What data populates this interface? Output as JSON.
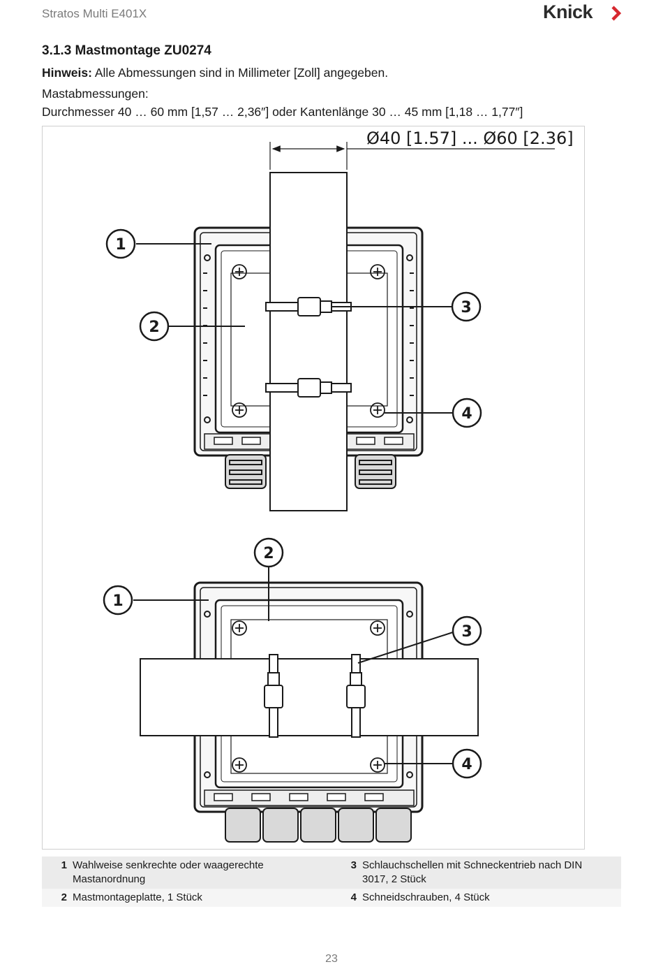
{
  "header": {
    "doc_title": "Stratos Multi E401X",
    "logo_text": "Knick"
  },
  "section": {
    "number_title": "3.1.3  Mastmontage ZU0274"
  },
  "note": {
    "label": "Hinweis:",
    "text": " Alle Abmessungen sind in Millimeter [Zoll] angegeben."
  },
  "mast": {
    "label": "Mastabmessungen:",
    "dimensions": "Durchmesser 40 … 60 mm [1,57 … 2,36″] oder Kantenlänge 30 … 45 mm [1,18 … 1,77″]"
  },
  "figure": {
    "dimension_label": "Ø40 [1.57] ... Ø60 [2.36]",
    "callouts": [
      "1",
      "2",
      "3",
      "4"
    ]
  },
  "legend": [
    {
      "num": "1",
      "text": "Wahlweise senkrechte oder waagerechte Mastanordnung"
    },
    {
      "num": "3",
      "text": "Schlauchschellen mit Schneckentrieb nach DIN 3017, 2 Stück"
    },
    {
      "num": "2",
      "text": "Mastmontageplatte, 1 Stück"
    },
    {
      "num": "4",
      "text": "Schneidschrauben, 4 Stück"
    }
  ],
  "colors": {
    "accent": "#d7282f",
    "text": "#1a1a1a",
    "muted": "#7a7a7a",
    "legend_bg": "#ebebeb"
  },
  "page_number": "23"
}
